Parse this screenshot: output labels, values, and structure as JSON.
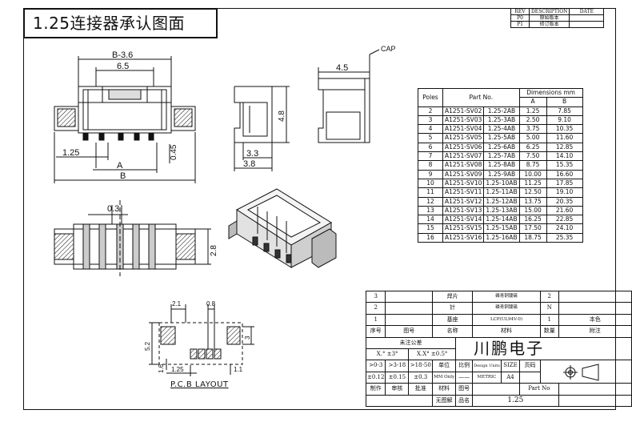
{
  "title": "1.25连接器承认图面",
  "revision_table": {
    "headers": [
      "REV",
      "DESCRIPTION",
      "DATE"
    ],
    "rows": [
      [
        "P0",
        "原始版本",
        ""
      ],
      [
        "P1",
        "修订版本",
        ""
      ]
    ]
  },
  "drawing_labels": {
    "front": {
      "b36": "B-3.6",
      "d65": "6.5",
      "d125": "1.25",
      "d045": "0.45",
      "A": "A",
      "B": "B"
    },
    "side": {
      "d48": "4.8",
      "d33": "3.3",
      "d38": "3.8"
    },
    "top_side": {
      "d45": "4.5",
      "cap": "CAP"
    },
    "bottom": {
      "d03": "0.3",
      "d28": "2.8"
    },
    "pcb": {
      "d21": "2.1",
      "d08": "0.8",
      "d52": "5.2",
      "d3": "3",
      "d16": "1.6",
      "d125": "1.25",
      "d11": "1.1"
    }
  },
  "pcb_layout_label": "P.C.B LAYOUT",
  "dimension_table": {
    "header_poles": "Poles",
    "header_part": "Part No.",
    "header_dims": "Dimensions mm",
    "header_a": "A",
    "header_b": "B",
    "rows": [
      [
        "2",
        "A1251-SV02",
        "1.25-2AB",
        "1.25",
        "7.85"
      ],
      [
        "3",
        "A1251-SV03",
        "1.25-3AB",
        "2.50",
        "9.10"
      ],
      [
        "4",
        "A1251-SV04",
        "1.25-4AB",
        "3.75",
        "10.35"
      ],
      [
        "5",
        "A1251-SV05",
        "1.25-5AB",
        "5.00",
        "11.60"
      ],
      [
        "6",
        "A1251-SV06",
        "1.25-6AB",
        "6.25",
        "12.85"
      ],
      [
        "7",
        "A1251-SV07",
        "1.25-7AB",
        "7.50",
        "14.10"
      ],
      [
        "8",
        "A1251-SV08",
        "1.25-8AB",
        "8.75",
        "15.35"
      ],
      [
        "9",
        "A1251-SV09",
        "1.25-9AB",
        "10.00",
        "16.60"
      ],
      [
        "10",
        "A1251-SV10",
        "1.25-10AB",
        "11.25",
        "17.85"
      ],
      [
        "11",
        "A1251-SV11",
        "1.25-11AB",
        "12.50",
        "19.10"
      ],
      [
        "12",
        "A1251-SV12",
        "1.25-12AB",
        "13.75",
        "20.35"
      ],
      [
        "13",
        "A1251-SV13",
        "1.25-13AB",
        "15.00",
        "21.60"
      ],
      [
        "14",
        "A1251-SV14",
        "1.25-14AB",
        "16.25",
        "22.85"
      ],
      [
        "15",
        "A1251-SV15",
        "1.25-15AB",
        "17.50",
        "24.10"
      ],
      [
        "16",
        "A1251-SV16",
        "1.25-16AB",
        "18.75",
        "25.35"
      ]
    ]
  },
  "title_block": {
    "parts": [
      {
        "no": "3",
        "name": "焊片",
        "material": "磷青铜镀锡",
        "qty": "2",
        "note": ""
      },
      {
        "no": "2",
        "name": "针",
        "material": "磷青铜镀锡",
        "qty": "N",
        "note": ""
      },
      {
        "no": "1",
        "name": "基座",
        "material": "LCP(UL94V-0)",
        "qty": "1",
        "note": "本色"
      }
    ],
    "header": {
      "no": "序号",
      "drawing": "图号",
      "name": "名称",
      "material": "材料",
      "qty": "数量",
      "note": "附注"
    },
    "tolerance_title": "未注公差",
    "tol_x": "X.° ±3°",
    "tol_xx": "X.X° ±0.5°",
    "ranges": [
      ">0-3",
      ">3-18",
      ">18-50"
    ],
    "range_tols": [
      "±0.12",
      "±0.15",
      "±0.3"
    ],
    "company": "川鹏电子",
    "unit_label": "单位",
    "scale_label": "比例",
    "design_units": "Design Units",
    "size_label": "SIZE",
    "page_label": "页码",
    "unit_value": "MM Only",
    "scale_value": "——",
    "design_value": "METRIC",
    "size_value": "A4",
    "row_labels": [
      "制作",
      "审核",
      "批准",
      "材料",
      "图号"
    ],
    "part_no_label": "Part No",
    "part_no_value": "1.25",
    "bottom_labels": [
      "无图解",
      "品名"
    ]
  }
}
